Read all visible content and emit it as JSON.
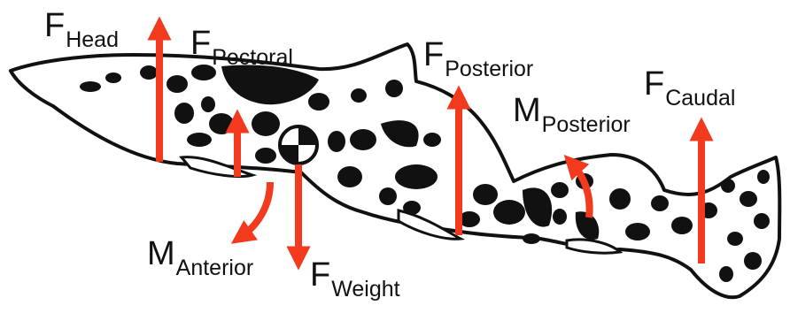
{
  "diagram": {
    "subject": "shark-forces",
    "colors": {
      "arrow": "#f13a1e",
      "outline": "#111111",
      "spots": "#111111",
      "body": "#ffffff"
    },
    "labels": {
      "head": {
        "main": "F",
        "sub": "Head"
      },
      "pectoral": {
        "main": "F",
        "sub": "Pectoral"
      },
      "posterior": {
        "main": "F",
        "sub": "Posterior"
      },
      "caudal": {
        "main": "F",
        "sub": "Caudal"
      },
      "m_posterior": {
        "main": "M",
        "sub": "Posterior"
      },
      "m_anterior": {
        "main": "M",
        "sub": "Anterior"
      },
      "weight": {
        "main": "F",
        "sub": "Weight"
      }
    }
  }
}
